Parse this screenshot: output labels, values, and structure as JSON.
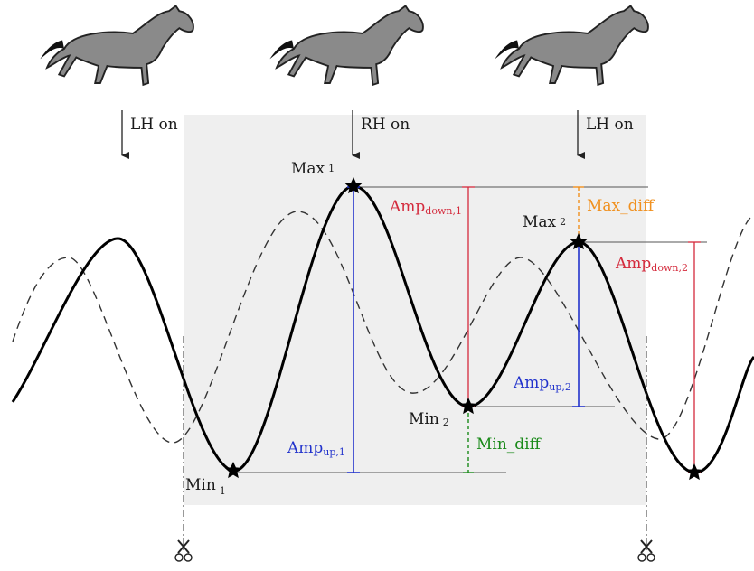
{
  "hoof_events": [
    {
      "label": "LH on"
    },
    {
      "label": "RH on"
    },
    {
      "label": "LH on"
    }
  ],
  "points": {
    "max1": {
      "text": "Max",
      "sub": "1"
    },
    "max2": {
      "text": "Max",
      "sub": "2"
    },
    "min1": {
      "text": "Min",
      "sub": "1"
    },
    "min2": {
      "text": "Min",
      "sub": "2"
    }
  },
  "measures": {
    "amp_down_1": {
      "text": "Amp",
      "sub": "down,1"
    },
    "amp_down_2": {
      "text": "Amp",
      "sub": "down,2"
    },
    "amp_up_1": {
      "text": "Amp",
      "sub": "up,1"
    },
    "amp_up_2": {
      "text": "Amp",
      "sub": "up,2"
    },
    "max_diff": {
      "text": "Max_diff"
    },
    "min_diff": {
      "text": "Min_diff"
    }
  },
  "colors": {
    "amp_down": "#d42a3c",
    "amp_up": "#2233cc",
    "max_diff": "#f0901e",
    "min_diff": "#1a8a1a",
    "window_bg": "#efefef",
    "horse": "#8a8a8a"
  },
  "icons": [
    "horse-silhouette",
    "arrow-down",
    "scissors-icon",
    "star-marker"
  ]
}
